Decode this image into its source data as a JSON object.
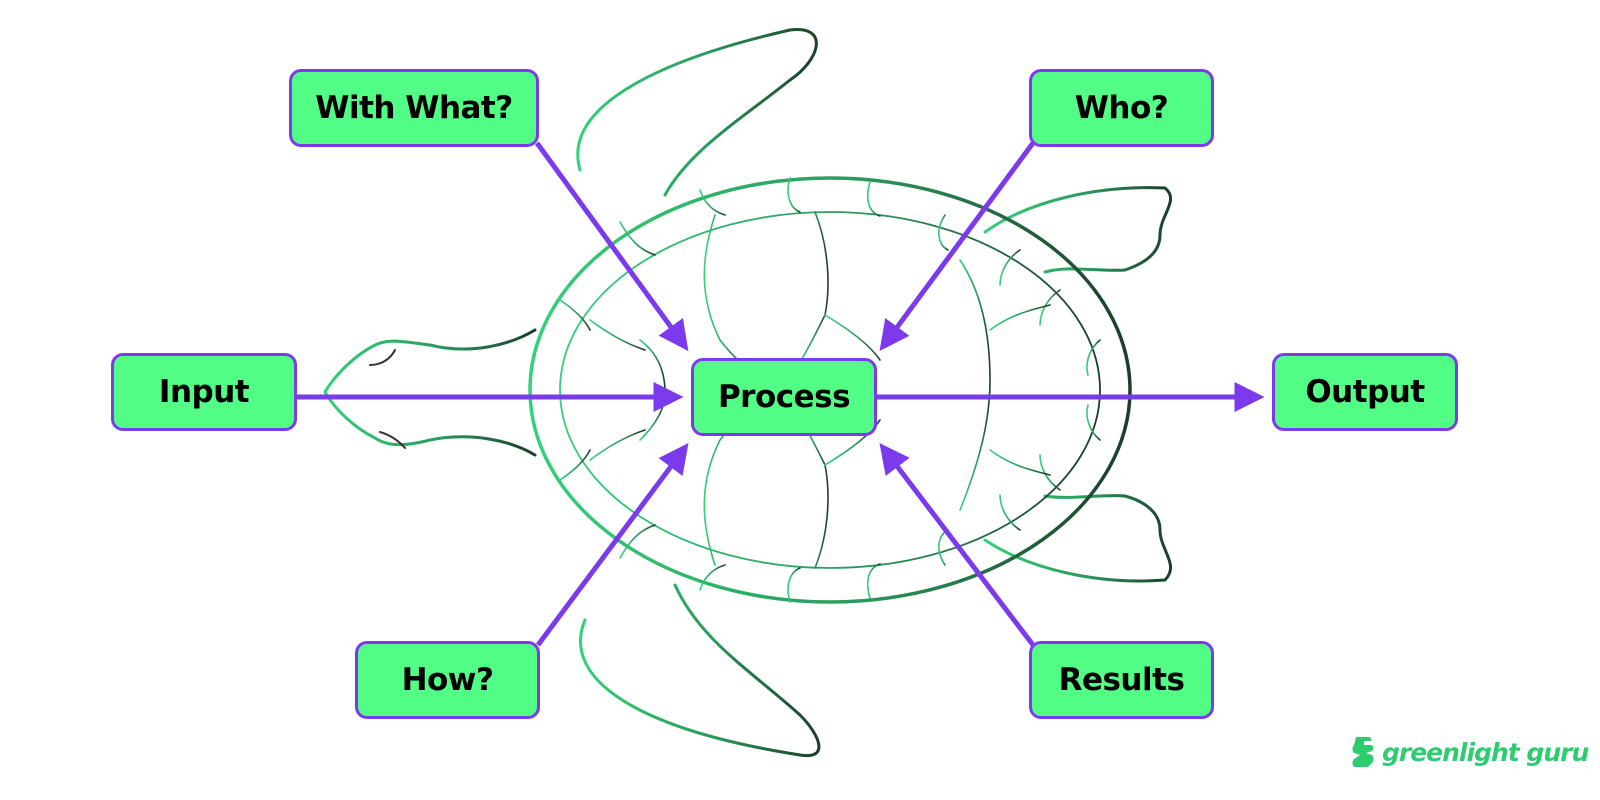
{
  "diagram": {
    "type": "turtle-diagram",
    "nodes": {
      "with_what": "With What?",
      "who": "Who?",
      "input": "Input",
      "process": "Process",
      "output": "Output",
      "how": "How?",
      "results": "Results"
    },
    "edges": [
      {
        "from": "With What?",
        "to": "Process"
      },
      {
        "from": "Who?",
        "to": "Process"
      },
      {
        "from": "Input",
        "to": "Process"
      },
      {
        "from": "Process",
        "to": "Output"
      },
      {
        "from": "How?",
        "to": "Process"
      },
      {
        "from": "Results",
        "to": "Process"
      }
    ],
    "illustration": "sea-turtle",
    "colors": {
      "node_fill": "#52fd86",
      "node_border": "#7c3aed",
      "arrow": "#7c3aed",
      "turtle_light": "#2ecc71",
      "turtle_dark": "#1f6b45"
    }
  },
  "branding": {
    "logo_text": "greenlight guru",
    "logo_icon": "g-mark-icon"
  }
}
